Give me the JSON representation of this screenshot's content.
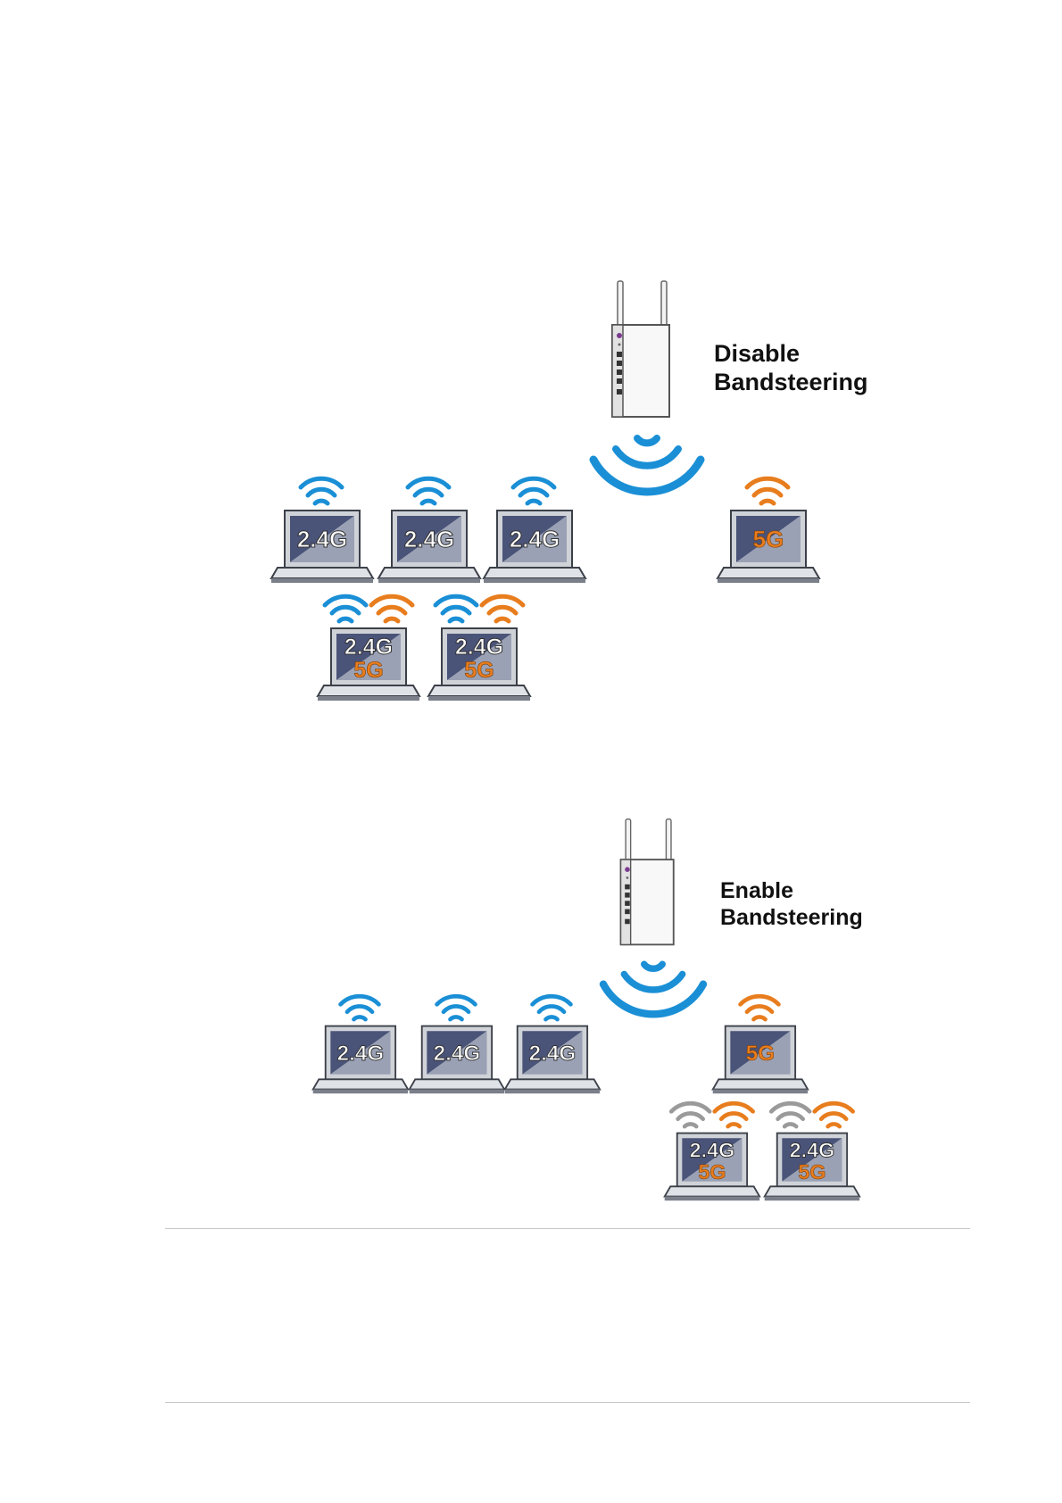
{
  "scenario_disable": {
    "caption": [
      "Disable",
      "Bandsteering"
    ],
    "laptops": [
      {
        "labels": [
          "2.4G"
        ],
        "signals": [
          "2.4G"
        ]
      },
      {
        "labels": [
          "2.4G"
        ],
        "signals": [
          "2.4G"
        ]
      },
      {
        "labels": [
          "2.4G"
        ],
        "signals": [
          "2.4G"
        ]
      },
      {
        "labels": [
          "5G"
        ],
        "signals": [
          "5G"
        ]
      },
      {
        "labels": [
          "2.4G",
          "5G"
        ],
        "signals": [
          "2.4G",
          "5G"
        ]
      },
      {
        "labels": [
          "2.4G",
          "5G"
        ],
        "signals": [
          "2.4G",
          "5G"
        ]
      }
    ]
  },
  "scenario_enable": {
    "caption": [
      "Enable",
      "Bandsteering"
    ],
    "laptops": [
      {
        "labels": [
          "2.4G"
        ],
        "signals": [
          "2.4G"
        ]
      },
      {
        "labels": [
          "2.4G"
        ],
        "signals": [
          "2.4G"
        ]
      },
      {
        "labels": [
          "2.4G"
        ],
        "signals": [
          "2.4G"
        ]
      },
      {
        "labels": [
          "5G"
        ],
        "signals": [
          "5G"
        ]
      },
      {
        "labels": [
          "2.4G",
          "5G"
        ],
        "signals": [
          "2.4G-inactive",
          "5G"
        ]
      },
      {
        "labels": [
          "2.4G",
          "5G"
        ],
        "signals": [
          "2.4G-inactive",
          "5G"
        ]
      }
    ]
  },
  "colors": {
    "band_2_4g": "#1a8fd6",
    "band_5g": "#e87d1e",
    "inactive": "#9a9a9a",
    "label_2_4g_text": "#ffffff",
    "label_5g_text": "#e87d1e",
    "router_accent": "#7a3b8f",
    "rule": "#c8c8c8"
  },
  "icons": [
    "wireless-router-icon",
    "laptop-icon",
    "wifi-signal-icon",
    "router-broadcast-waves-icon"
  ]
}
